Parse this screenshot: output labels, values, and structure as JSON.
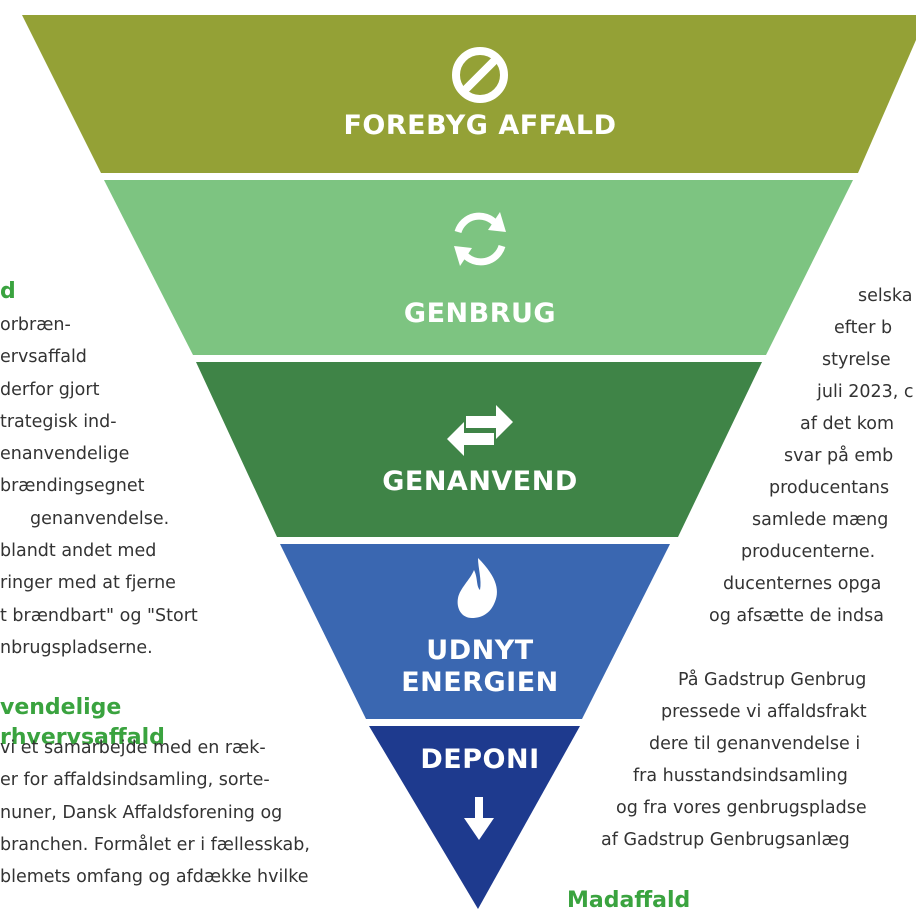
{
  "pyramid": {
    "levels": [
      {
        "label": "FOREBYG AFFALD",
        "icon": "no-entry-icon",
        "color": "#94a136"
      },
      {
        "label": "GENBRUG",
        "icon": "recycle-arrows-icon",
        "color": "#7dc481"
      },
      {
        "label": "GENANVEND",
        "icon": "swap-arrows-icon",
        "color": "#3f8447"
      },
      {
        "label": "UDNYT\nENERGIEN",
        "label_lines": [
          "UDNYT",
          "ENERGIEN"
        ],
        "icon": "flame-icon",
        "color": "#3a67b1"
      },
      {
        "label": "DEPONI",
        "icon": "arrow-down-icon",
        "color": "#1e3a8e"
      }
    ]
  },
  "left_column": {
    "section1": {
      "heading": "d",
      "lines": [
        "orbræn-",
        "ervsaffald",
        "derfor gjort",
        "trategisk ind-",
        "enanvendelige",
        "brændingsegnet",
        "genanvendelse.",
        "blandt andet med",
        "ringer med at fjerne",
        "t brændbart\" og \"Stort",
        "nbrugspladserne."
      ]
    },
    "section2": {
      "heading_lines": [
        "vendelige",
        "rhvervsaffald"
      ],
      "lines": [
        "vi et samarbejde med en ræk-",
        "er for affaldsindsamling, sorte-",
        "nuner, Dansk Affaldsforening og",
        "branchen. Formålet er i fællesskab,",
        "blemets omfang og afdække hvilke"
      ]
    }
  },
  "right_column": {
    "para1": [
      "selska",
      "efter b",
      "styrelse",
      "juli 2023, c",
      "af det kom",
      "svar på emb",
      "producentans",
      "samlede mæng",
      "producenterne.",
      "ducenternes opga",
      "og afsætte de indsa"
    ],
    "para2": [
      "På Gadstrup Genbrug",
      "pressede vi affaldsfrakt",
      "dere til genanvendelse i",
      "fra husstandsindsamling",
      "og fra vores genbrugspladse",
      "af Gadstrup Genbrugsanlæg"
    ],
    "heading": "Madaffald"
  }
}
